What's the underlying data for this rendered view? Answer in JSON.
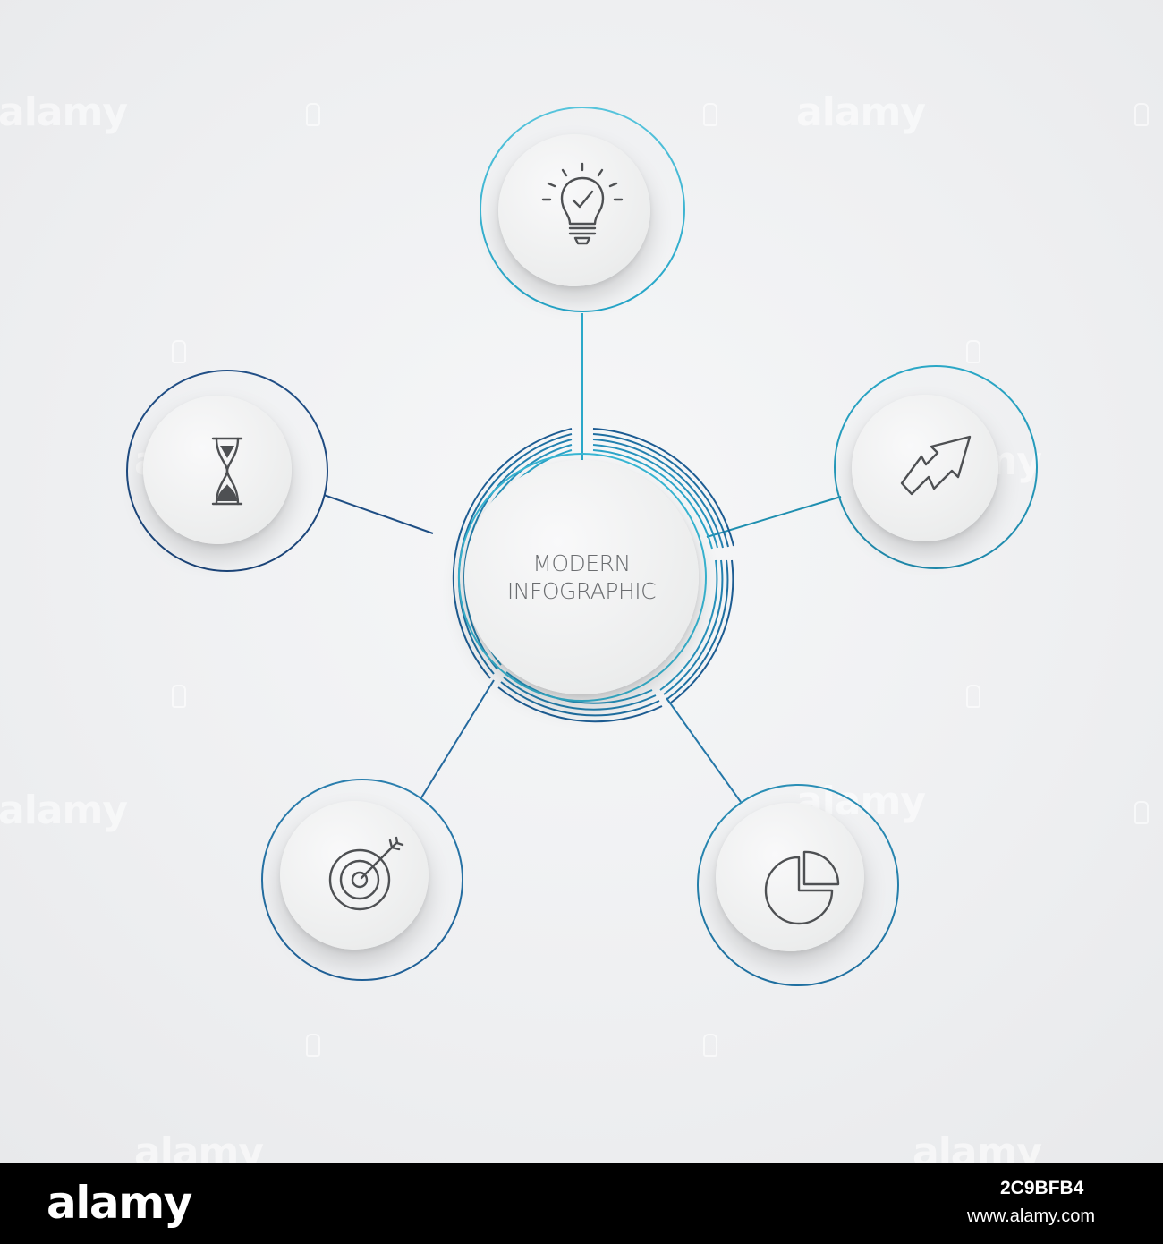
{
  "title": {
    "line1": "MODERN",
    "line2": "INFOGRAPHIC"
  },
  "nodes": [
    {
      "id": "top",
      "icon": "lightbulb-check-icon"
    },
    {
      "id": "right",
      "icon": "growth-arrow-icon"
    },
    {
      "id": "bottom-right",
      "icon": "pie-chart-icon"
    },
    {
      "id": "bottom-left",
      "icon": "target-arrow-icon"
    },
    {
      "id": "left",
      "icon": "hourglass-icon"
    }
  ],
  "colors": {
    "cyan_accent": "#2fb2cf",
    "teal_accent": "#1f8fb0",
    "navy_accent": "#1e4e84",
    "icon_stroke": "#4e5053",
    "background": "#eeeff1",
    "text": "#6b6d70"
  },
  "watermark": {
    "text": "alamy"
  },
  "footer": {
    "logo": "alamy",
    "image_id": "2C9BFB4",
    "url": "www.alamy.com"
  }
}
